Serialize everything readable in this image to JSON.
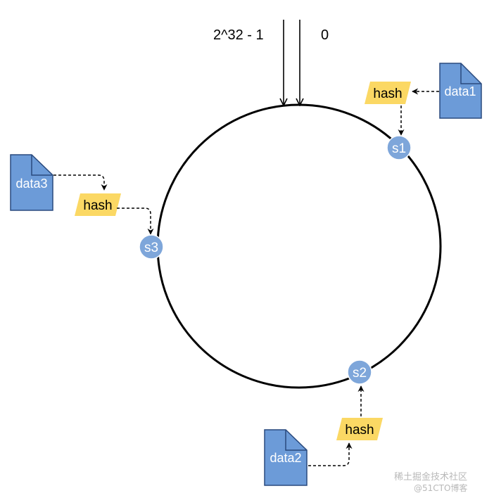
{
  "diagram": {
    "top_labels": {
      "left": "2^32 - 1",
      "right": "0"
    },
    "servers": [
      {
        "id": "s1",
        "label": "s1"
      },
      {
        "id": "s2",
        "label": "s2"
      },
      {
        "id": "s3",
        "label": "s3"
      }
    ],
    "data_items": [
      {
        "id": "data1",
        "label": "data1"
      },
      {
        "id": "data2",
        "label": "data2"
      },
      {
        "id": "data3",
        "label": "data3"
      }
    ],
    "hash_label": "hash",
    "watermark": {
      "line1": "稀土掘金技术社区",
      "line2": "@51CTO博客"
    }
  },
  "colors": {
    "server_fill": "#7ea6da",
    "doc_fill": "#6c9bd8",
    "doc_stroke": "#2a4a7e",
    "hash_fill": "#fbd864",
    "ring_stroke": "#000000"
  }
}
